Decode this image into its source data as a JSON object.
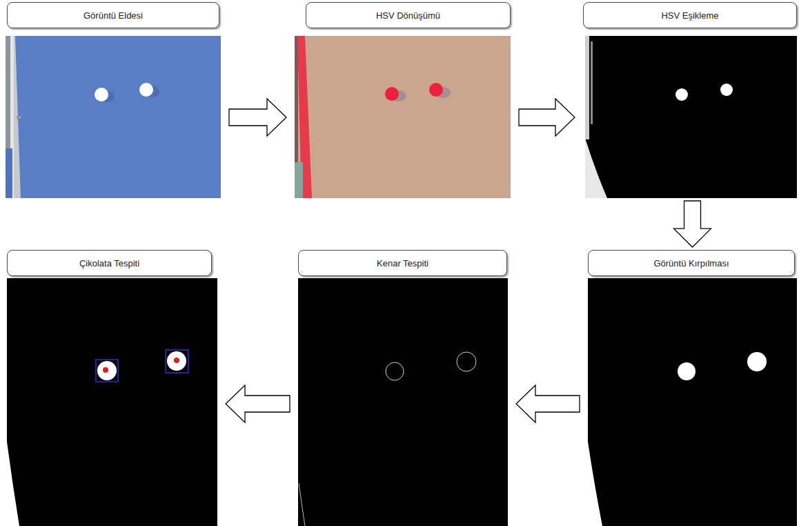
{
  "diagram": {
    "nodes": [
      {
        "text": [
          "Görüntü Eldesi"
        ]
      },
      {
        "text": [
          "HSV Dönüşümü"
        ]
      },
      {
        "text": [
          "HSV Eşikleme"
        ]
      },
      {
        "text": [
          "Çikolata Tespiti"
        ]
      },
      {
        "text": [
          "Kenar Tespiti"
        ]
      },
      {
        "text": [
          "Görüntü Kırpılması"
        ]
      }
    ],
    "edges": [
      {
        "from": 0,
        "to": 1,
        "arrow": "to"
      },
      {
        "from": 1,
        "to": 2,
        "arrow": "to"
      },
      {
        "from": 2,
        "to": 5,
        "arrow": "to"
      },
      {
        "from": 5,
        "to": 4,
        "arrow": "to"
      },
      {
        "from": 4,
        "to": 3,
        "arrow": "to"
      }
    ]
  }
}
